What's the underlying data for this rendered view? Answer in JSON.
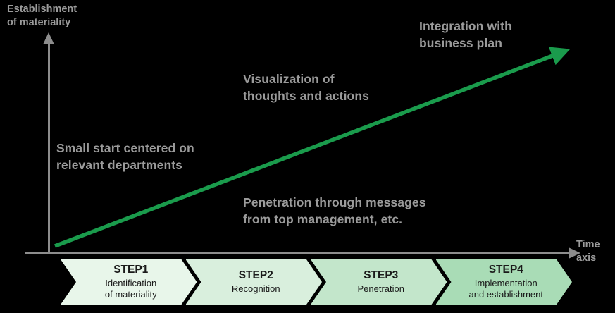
{
  "axes": {
    "y_label": "Establishment\nof materiality",
    "x_label": "Time\naxis",
    "axis_color": "#8d8d8d"
  },
  "arrow": {
    "name": "growth-arrow",
    "color": "#1a9b4c",
    "start": [
      78,
      348
    ],
    "end": [
      800,
      72
    ]
  },
  "annotations": [
    {
      "text": "Small start centered on\nrelevant departments"
    },
    {
      "text": "Visualization of\nthoughts and actions"
    },
    {
      "text": "Integration with\nbusiness plan"
    },
    {
      "text": "Penetration through messages\nfrom top management, etc."
    }
  ],
  "annotation_color": "#9b9b9b",
  "steps": [
    {
      "title": "STEP1",
      "subtitle": "Identification\nof materiality",
      "color": "#e8f6ea"
    },
    {
      "title": "STEP2",
      "subtitle": "Recognition",
      "color": "#d9efdd"
    },
    {
      "title": "STEP3",
      "subtitle": "Penetration",
      "color": "#c3e6cb"
    },
    {
      "title": "STEP4",
      "subtitle": "Implementation\nand establishment",
      "color": "#a9dcb6"
    }
  ]
}
